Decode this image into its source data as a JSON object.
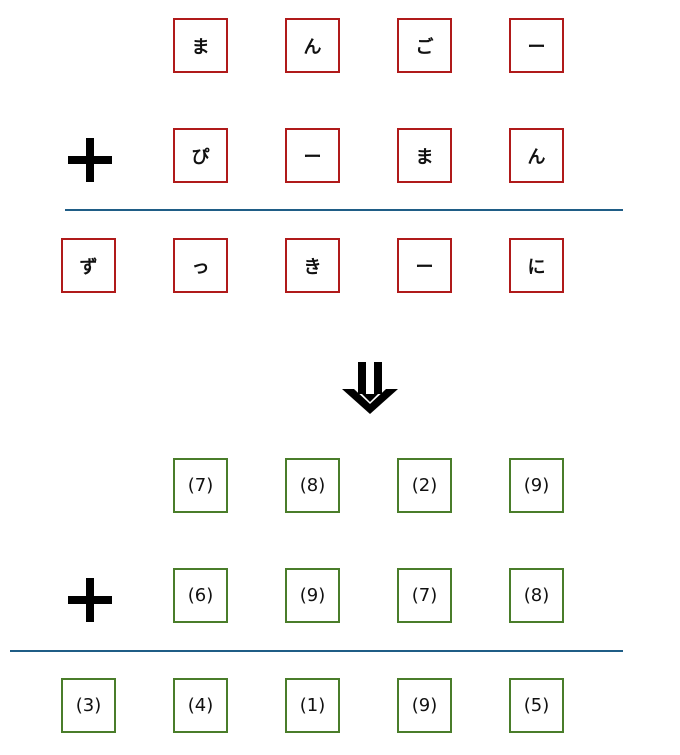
{
  "top": {
    "row1": [
      "ま",
      "ん",
      "ご",
      "ー"
    ],
    "row2": [
      "ぴ",
      "ー",
      "ま",
      "ん"
    ],
    "result": [
      "ず",
      "っ",
      "き",
      "ー",
      "に"
    ]
  },
  "bottom": {
    "row1": [
      "(7)",
      "(8)",
      "(2)",
      "(9)"
    ],
    "row2": [
      "(6)",
      "(9)",
      "(7)",
      "(8)"
    ],
    "result": [
      "(3)",
      "(4)",
      "(1)",
      "(9)",
      "(5)"
    ]
  },
  "colors": {
    "red_border": "#b01a1a",
    "green_border": "#4a7d2a",
    "rule": "#1f5d86"
  },
  "icons": {
    "operator": "plus-icon",
    "arrow": "double-down-arrow-icon"
  }
}
